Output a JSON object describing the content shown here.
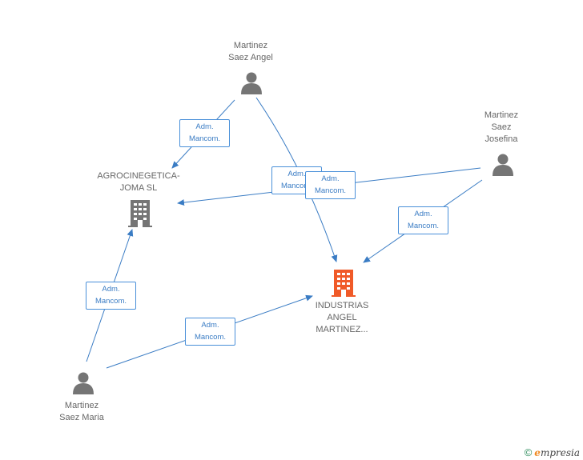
{
  "nodes": {
    "angel": {
      "label": "Martinez\nSaez Angel",
      "type": "person"
    },
    "josefina": {
      "label": "Martinez\nSaez\nJosefina",
      "type": "person"
    },
    "maria": {
      "label": "Martinez\nSaez Maria",
      "type": "person"
    },
    "agro": {
      "label": "AGROCINEGETICA-\nJOMA SL",
      "type": "company"
    },
    "industrias": {
      "label": "INDUSTRIAS\nANGEL\nMARTINEZ...",
      "type": "company-main"
    }
  },
  "edges": [
    {
      "from": "angel",
      "to": "agro",
      "label": "Adm.\nMancom."
    },
    {
      "from": "angel",
      "to": "industrias",
      "label": "Adm.\nMancom."
    },
    {
      "from": "josefina",
      "to": "agro",
      "label": "Adm.\nMancom."
    },
    {
      "from": "josefina",
      "to": "industrias",
      "label": "Adm.\nMancom."
    },
    {
      "from": "maria",
      "to": "agro",
      "label": "Adm.\nMancom."
    },
    {
      "from": "maria",
      "to": "industrias",
      "label": "Adm.\nMancom."
    }
  ],
  "colors": {
    "edge": "#3a7cc4",
    "person_icon": "#757575",
    "company_icon": "#757575",
    "main_company_icon": "#f05a28"
  },
  "footer": {
    "copyright": "©",
    "brand_e": "e",
    "brand_rest": "mpresia"
  }
}
